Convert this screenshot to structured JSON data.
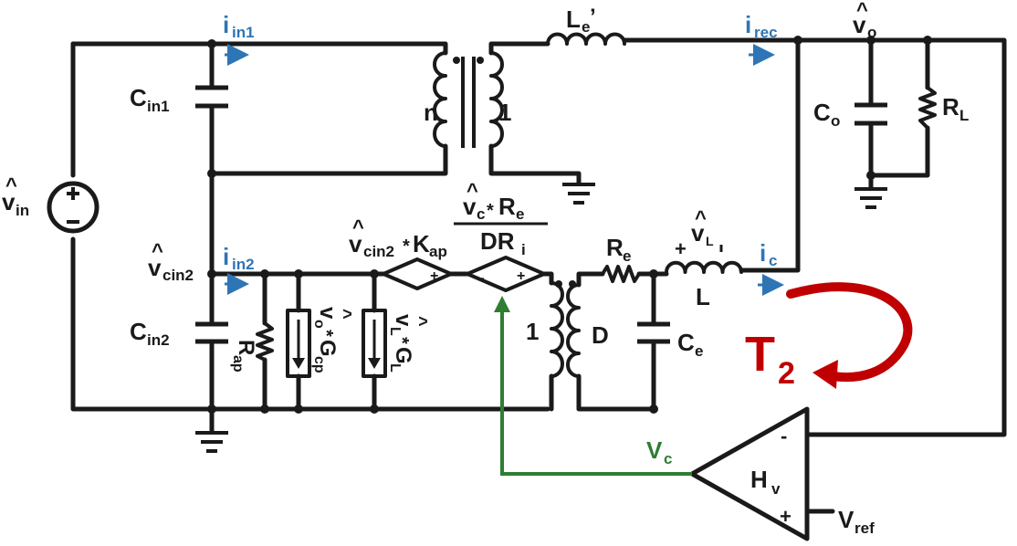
{
  "colors": {
    "wire": "#1a1a1a",
    "current": "#2e75b6",
    "control": "#2e7d32",
    "loop": "#c00000"
  },
  "labels": {
    "iin1_main": "i",
    "iin1_sub": "in1",
    "iin2_main": "i",
    "iin2_sub": "in2",
    "irec_main": "i",
    "irec_sub": "rec",
    "ic_main": "i",
    "ic_sub": "c",
    "vo_hat": "^",
    "vo_main": "v",
    "vo_sub": "o",
    "le_main": "L",
    "le_sub": "e",
    "le_prime": "’",
    "cin1_main": "C",
    "cin1_sub": "in1",
    "cin2_main": "C",
    "cin2_sub": "in2",
    "vin_hat": "^",
    "vin_main": "v",
    "vin_sub": "in",
    "vcin2_hat": "^",
    "vcin2_main": "v",
    "vcin2_sub": "cin2",
    "n": "n",
    "one_top": "1",
    "one_bottom": "1",
    "co_main": "C",
    "co_sub": "o",
    "rl_main": "R",
    "rl_sub": "L",
    "kap_hat": "^",
    "kap_v": "v",
    "kap_vsub": "cin2",
    "kap_star": "*",
    "kap_k": "K",
    "kap_ksub": "ap",
    "frac_hat": "^",
    "frac_v": "v",
    "frac_vsub": "c",
    "frac_star": "*",
    "frac_r": "R",
    "frac_rsub": "e",
    "frac_den": "DR",
    "frac_densub": "i",
    "re_main": "R",
    "re_sub": "e",
    "vl_hat": "^",
    "vl_main": "v",
    "vl_sub": "L",
    "l": "L",
    "d": "D",
    "ce_main": "C",
    "ce_sub": "e",
    "rap_main": "R",
    "rap_sub": "ap",
    "gcp_v": "v",
    "gcp_vsub": "o",
    "gcp_star": "*",
    "gcp_g": "G",
    "gcp_gsub": "cp",
    "gcp_hat": "^",
    "gl_v": "v",
    "gl_vsub": "L",
    "gl_star": "*",
    "gl_g": "G",
    "gl_gsub": "L",
    "gl_hat": "^",
    "plus": "+",
    "minus": "-",
    "t2_main": "T",
    "t2_sub": "2",
    "vc_main": "V",
    "vc_sub": "c",
    "hv_main": "H",
    "hv_sub": "v",
    "vref_main": "V",
    "vref_sub": "ref"
  }
}
